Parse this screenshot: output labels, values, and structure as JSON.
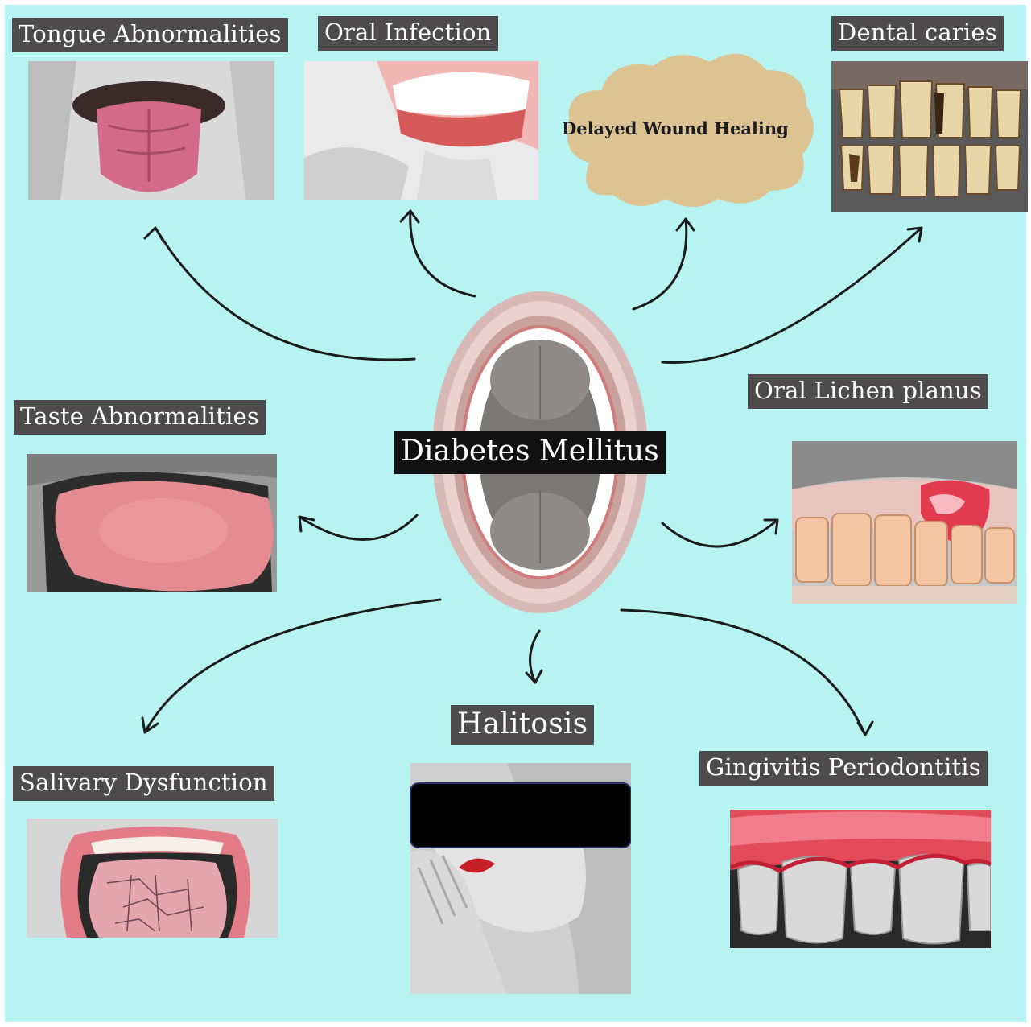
{
  "center": {
    "title": "Diabetes Mellitus"
  },
  "cloud": {
    "text": "Delayed Wound Healing"
  },
  "conditions": {
    "tongue": "Tongue Abnormalities",
    "infection": "Oral Infection",
    "caries": "Dental caries",
    "lichen": "Oral Lichen planus",
    "taste": "Taste Abnormalities",
    "salivary": "Salivary Dysfunction",
    "halitosis": "Halitosis",
    "gingivitis": "Gingivitis Periodontitis"
  },
  "colors": {
    "background": "#b7f3f1",
    "label_bg": "#4e4b4d",
    "cloud": "#dcc391",
    "arrow": "#1a1a1a"
  },
  "icons": {
    "center": "open-mouth-illustration",
    "photos": [
      "tongue-photo",
      "oral-infection-photo",
      "dental-caries-photo",
      "lichen-planus-photo",
      "taste-tongue-photo",
      "dry-tongue-photo",
      "halitosis-photo",
      "gingivitis-photo"
    ]
  }
}
